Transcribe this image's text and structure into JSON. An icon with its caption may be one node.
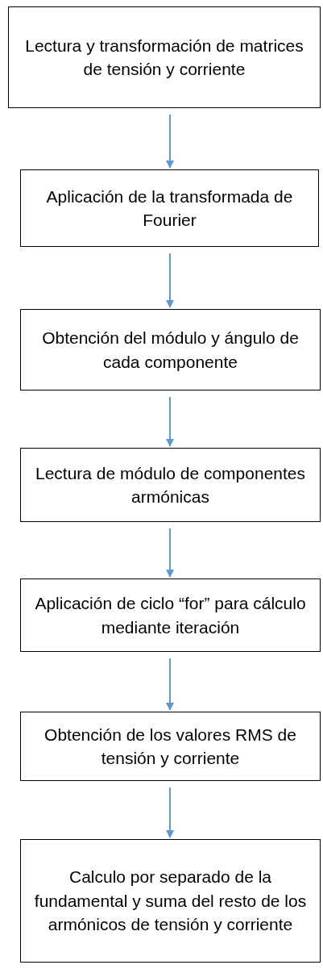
{
  "diagram": {
    "nodes": [
      {
        "text": [
          "Lectura y transformación de matrices de tensión y corriente"
        ]
      },
      {
        "text": [
          "Aplicación de la transformada de Fourier"
        ]
      },
      {
        "text": [
          "Obtención del módulo y ángulo de cada componente"
        ]
      },
      {
        "text": [
          "Lectura de módulo de componentes armónicas"
        ]
      },
      {
        "text": [
          "Aplicación de ciclo “for” para cálculo mediante iteración"
        ]
      },
      {
        "text": [
          "Obtención de los valores RMS de tensión y corriente"
        ]
      },
      {
        "text": [
          "Calculo por separado de la fundamental y suma del resto de los armónicos de tensión y corriente"
        ]
      }
    ],
    "edges": [
      {
        "from": 0,
        "to": 1,
        "arrow": "to"
      },
      {
        "from": 1,
        "to": 2,
        "arrow": "to"
      },
      {
        "from": 2,
        "to": 3,
        "arrow": "to"
      },
      {
        "from": 3,
        "to": 4,
        "arrow": "to"
      },
      {
        "from": 4,
        "to": 5,
        "arrow": "to"
      },
      {
        "from": 5,
        "to": 6,
        "arrow": "to"
      }
    ]
  }
}
